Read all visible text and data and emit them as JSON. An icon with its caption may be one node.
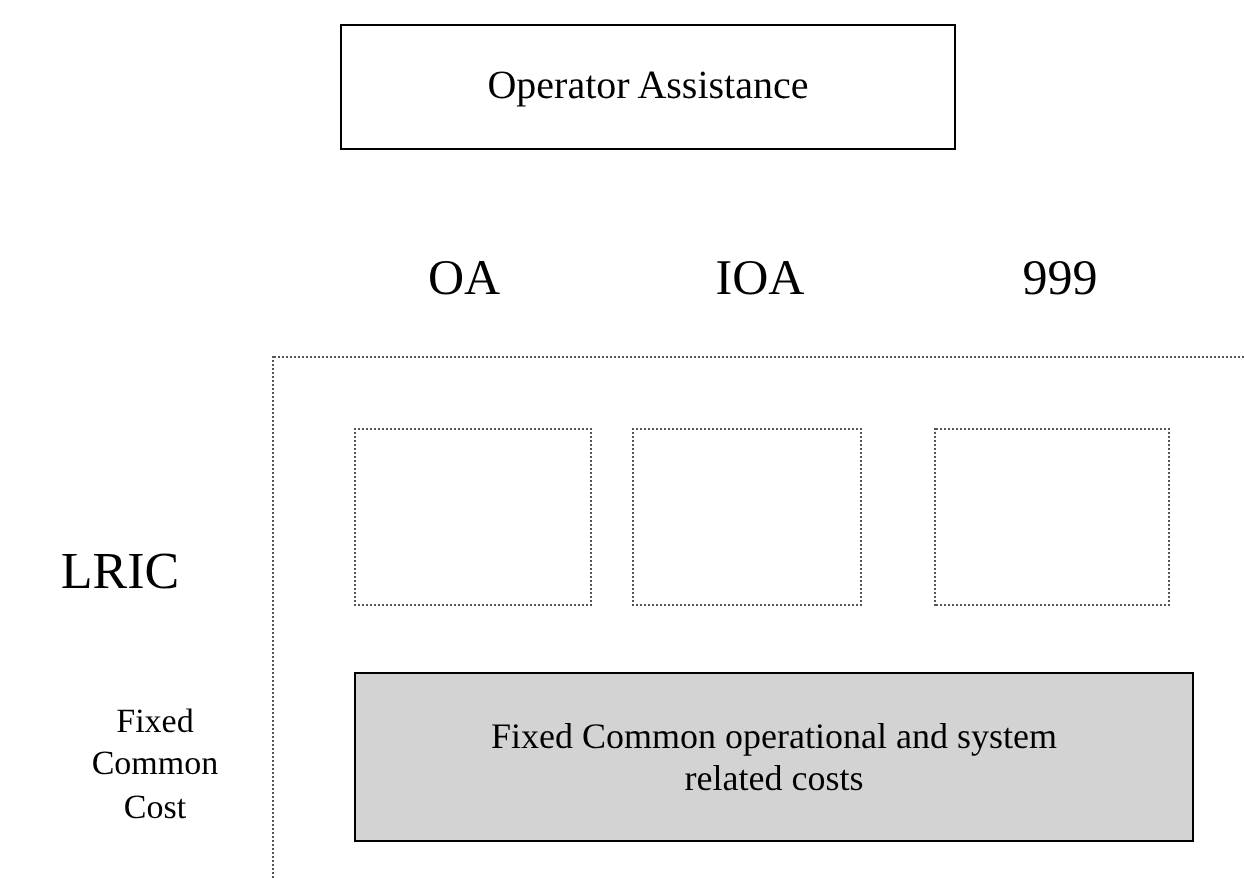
{
  "diagram": {
    "nodes": [
      {
        "text": [
          "Operator Assistance"
        ]
      },
      {
        "text": [],
        "shape": "box"
      },
      {
        "text": [],
        "shape": "box",
        "in": 1
      },
      {
        "text": [],
        "shape": "box",
        "in": 1
      },
      {
        "text": [],
        "shape": "box",
        "in": 1
      },
      {
        "text": [
          "Fixed Common operational and system related costs"
        ],
        "in": 1
      }
    ],
    "edges": [],
    "labels": [
      "OA",
      "IOA",
      "999",
      "LRIC",
      "Fixed Common Cost"
    ]
  }
}
